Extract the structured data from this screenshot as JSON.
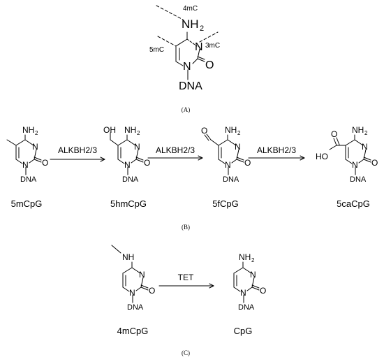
{
  "panel_a": {
    "caption": "(A)",
    "atoms": {
      "amine": "NH",
      "amine_sub": "2",
      "n3": "N",
      "oxygen": "O",
      "n1": "N",
      "base": "DNA"
    },
    "site_labels": {
      "n4": "4mC",
      "c5": "5mC",
      "n3": "3mC"
    }
  },
  "panel_b": {
    "caption": "(B)",
    "arrow_labels": [
      "ALKBH2/3",
      "ALKBH2/3",
      "ALKBH2/3"
    ],
    "compounds": [
      {
        "name": "5mCpG",
        "substituent": ""
      },
      {
        "name": "5hmCpG",
        "substituent": "OH"
      },
      {
        "name": "5fCpG",
        "substituent": "O"
      },
      {
        "name": "5caCpG",
        "substituent": "HO"
      }
    ],
    "atoms": {
      "amine": "NH",
      "amine_sub": "2",
      "n3": "N",
      "oxygen": "O",
      "n1": "N",
      "base": "DNA",
      "carboxyl_o": "O"
    }
  },
  "panel_c": {
    "caption": "(C)",
    "arrow_label": "TET",
    "compounds": [
      {
        "name": "4mCpG"
      },
      {
        "name": "CpG"
      }
    ],
    "atoms": {
      "nh": "NH",
      "amine": "NH",
      "amine_sub": "2",
      "n3": "N",
      "oxygen": "O",
      "n1": "N",
      "base": "DNA"
    }
  }
}
